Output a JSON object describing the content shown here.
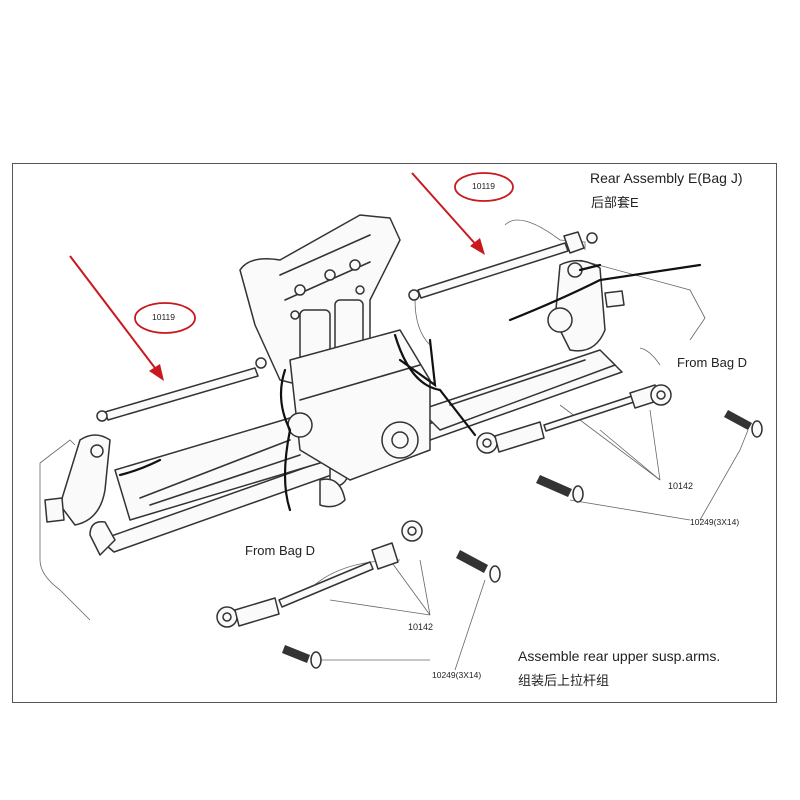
{
  "header": {
    "title": "Rear Assembly E(Bag J)",
    "title_cn": "后部套E"
  },
  "callouts": {
    "part_top": "10119",
    "part_left": "10119",
    "from_bag_right": "From Bag D",
    "from_bag_left": "From Bag D",
    "link_right": "10142",
    "screw_right": "10249(3X14)",
    "link_left": "10142",
    "screw_left": "10249(3X14)"
  },
  "footer": {
    "instruction": "Assemble rear upper susp.arms.",
    "instruction_cn": "组装后上拉杆组"
  },
  "colors": {
    "highlight_red": "#c8191e",
    "line_art": "#333333"
  }
}
